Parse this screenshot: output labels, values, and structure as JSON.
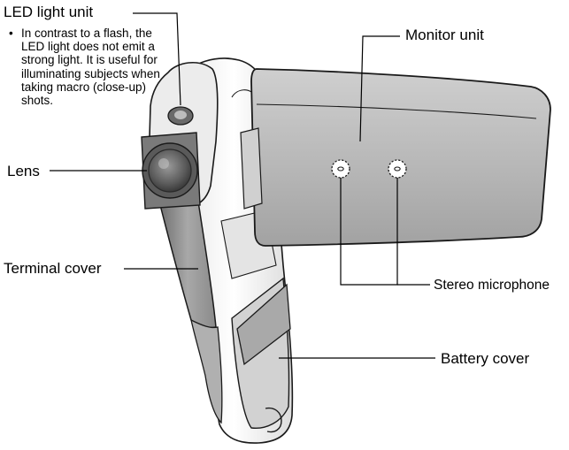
{
  "labels": {
    "led_light_unit": "LED light unit",
    "led_note": "In contrast to a flash, the LED light does not emit a strong light. It is useful for illuminating subjects when taking macro (close-up) shots.",
    "led_note_bullet": "•",
    "lens": "Lens",
    "terminal_cover": "Terminal cover",
    "monitor_unit": "Monitor unit",
    "stereo_microphone": "Stereo microphone",
    "battery_cover": "Battery cover"
  },
  "colors": {
    "outline": "#1a1a1a",
    "body_light": "#f4f4f4",
    "body_mid": "#d9d9d9",
    "body_dark": "#9e9e9e",
    "body_darker": "#7a7a7a",
    "monitor": "#b8b8b8",
    "leader": "#000000"
  }
}
